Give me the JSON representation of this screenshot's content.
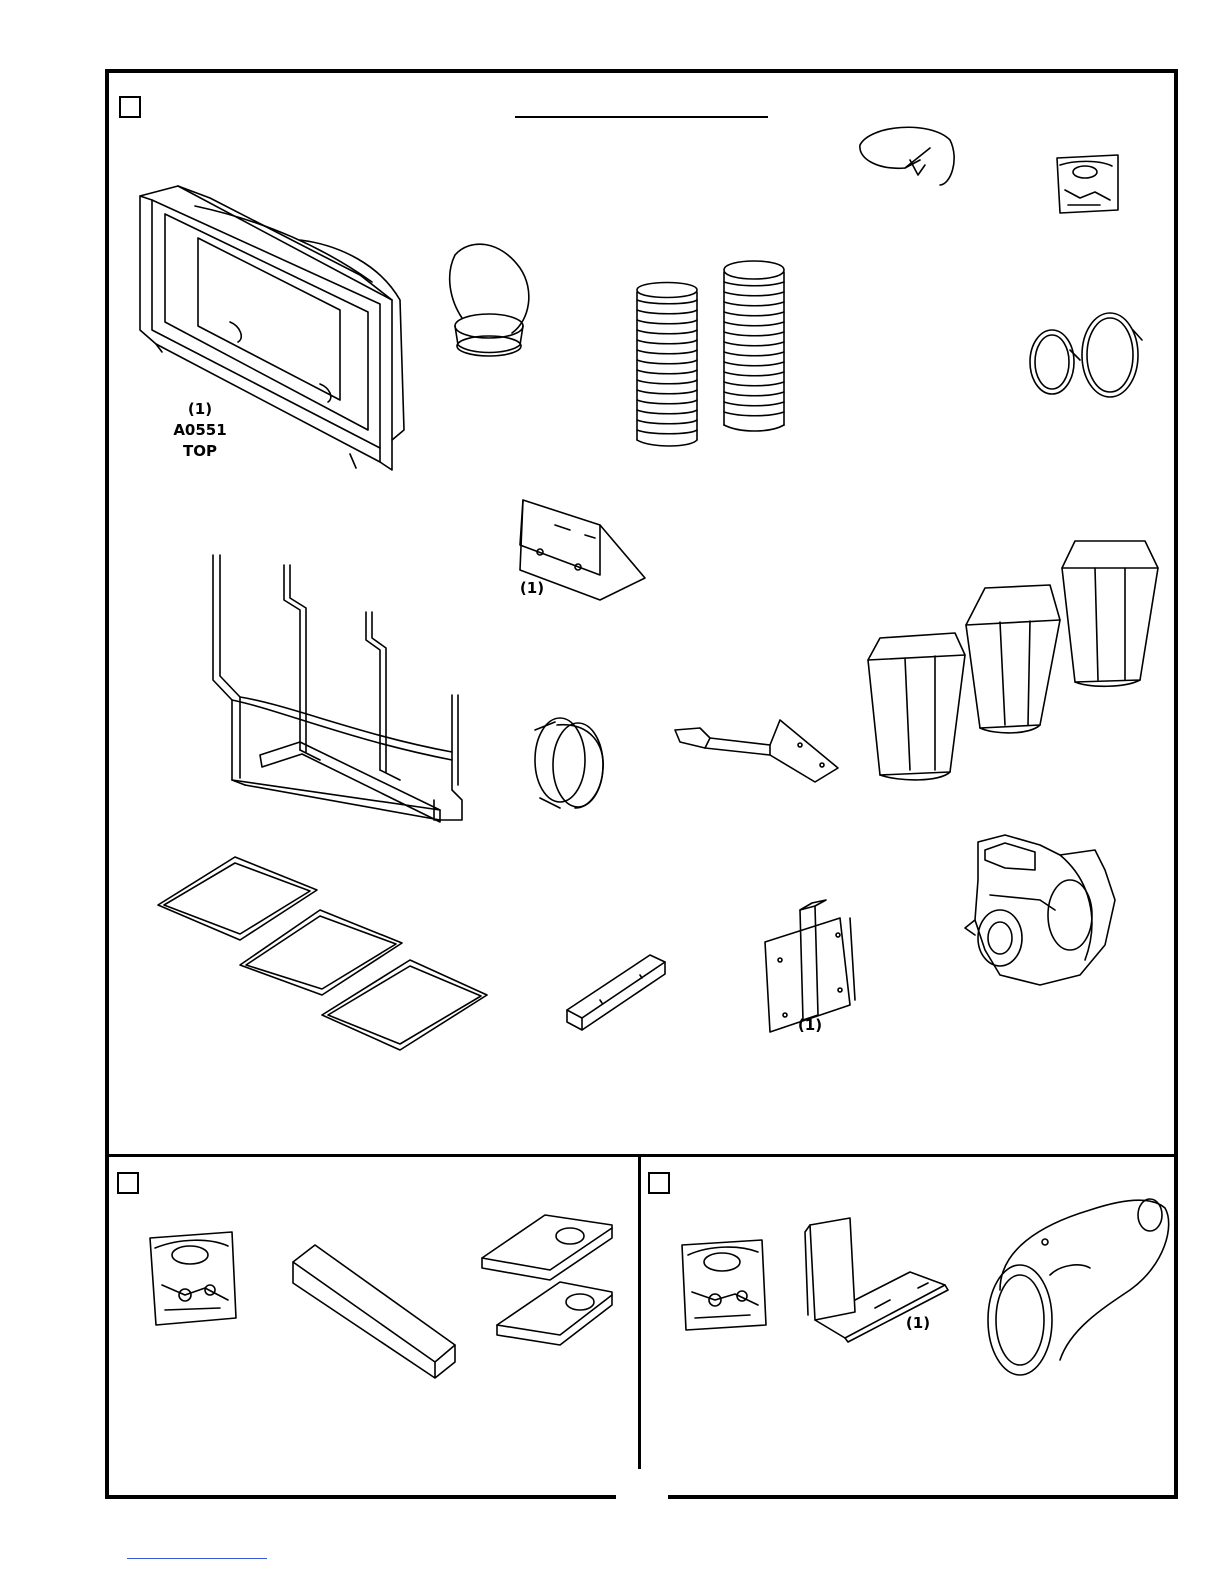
{
  "sections": {
    "main": {
      "checkbox_state": "unchecked",
      "labels": {
        "top_part_qty": "(1)",
        "top_part_number": "A0551",
        "top_part_name": "TOP",
        "bracket_qty": "(1)",
        "plate_qty": "(1)"
      }
    },
    "lower_left": {
      "checkbox_state": "unchecked"
    },
    "lower_right": {
      "checkbox_state": "unchecked",
      "labels": {
        "bracket_qty": "(1)"
      }
    }
  },
  "colors": {
    "line": "#000000",
    "background": "#ffffff",
    "footer_link": "#3b5bdb"
  },
  "illustrations": [
    "top-housing-drawing",
    "elbow-collar-drawing",
    "flex-hose-drawing",
    "cable-drawing",
    "hardware-bag-drawing",
    "hose-clamps-drawing",
    "frame-stand-drawing",
    "angled-bracket-drawing",
    "bin-drawing",
    "collar-ring-drawing",
    "offset-arm-drawing",
    "motor-blower-drawing",
    "tray-frames-drawing",
    "square-tube-drawing",
    "mounting-plate-drawing",
    "foam-block-drawing",
    "channel-brackets-drawing",
    "l-bracket-drawing",
    "exhaust-elbow-drawing"
  ]
}
